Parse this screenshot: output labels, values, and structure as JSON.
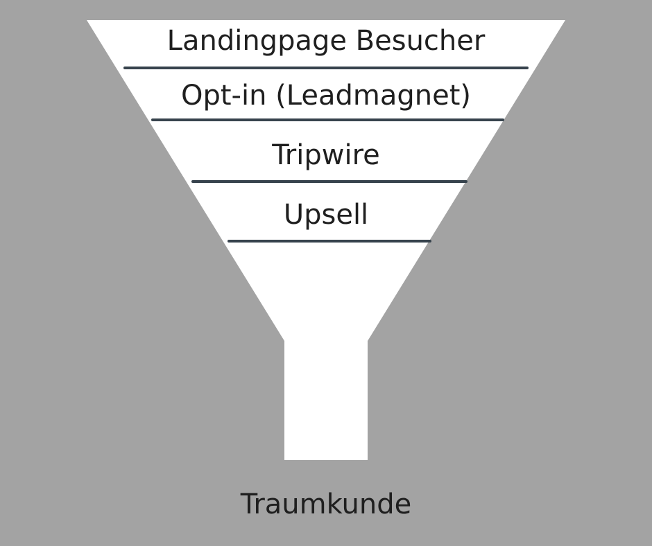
{
  "funnel": {
    "stages": [
      {
        "label": "Landingpage Besucher"
      },
      {
        "label": "Opt-in (Leadmagnet)"
      },
      {
        "label": "Tripwire"
      },
      {
        "label": "Upsell"
      }
    ],
    "outcome_label": "Traumkunde"
  },
  "colors": {
    "background": "#a3a3a3",
    "funnel_fill": "#ffffff",
    "divider": "#37434d",
    "text": "#1f1f1f"
  }
}
